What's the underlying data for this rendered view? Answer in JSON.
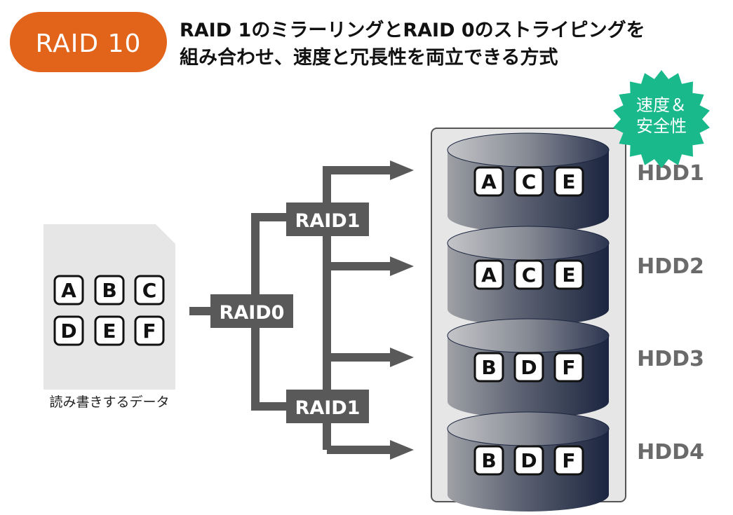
{
  "header": {
    "badge_label": "RAID 10",
    "title_line1": "RAID 1のミラーリングとRAID 0のストライピングを",
    "title_line2": "組み合わせ、速度と冗長性を両立できる方式"
  },
  "seal": {
    "line1": "速度＆",
    "line2": "安全性"
  },
  "source": {
    "caption": "読み書きするデータ",
    "blocks": [
      "A",
      "B",
      "C",
      "D",
      "E",
      "F"
    ]
  },
  "tree": {
    "root_label": "RAID0",
    "branch_top_label": "RAID1",
    "branch_bottom_label": "RAID1"
  },
  "disks": [
    {
      "name": "HDD1",
      "blocks": [
        "A",
        "C",
        "E"
      ]
    },
    {
      "name": "HDD2",
      "blocks": [
        "A",
        "C",
        "E"
      ]
    },
    {
      "name": "HDD3",
      "blocks": [
        "B",
        "D",
        "F"
      ]
    },
    {
      "name": "HDD4",
      "blocks": [
        "B",
        "D",
        "F"
      ]
    }
  ],
  "colors": {
    "badge": "#e2631a",
    "seal": "#19b98b",
    "connector": "#595959",
    "disk_dark": "#1c2640",
    "disk_mid": "#5b6170",
    "disk_light": "#a7a9ae",
    "panel": "#e6e6e6",
    "hdd_text": "#6a6a6a"
  }
}
